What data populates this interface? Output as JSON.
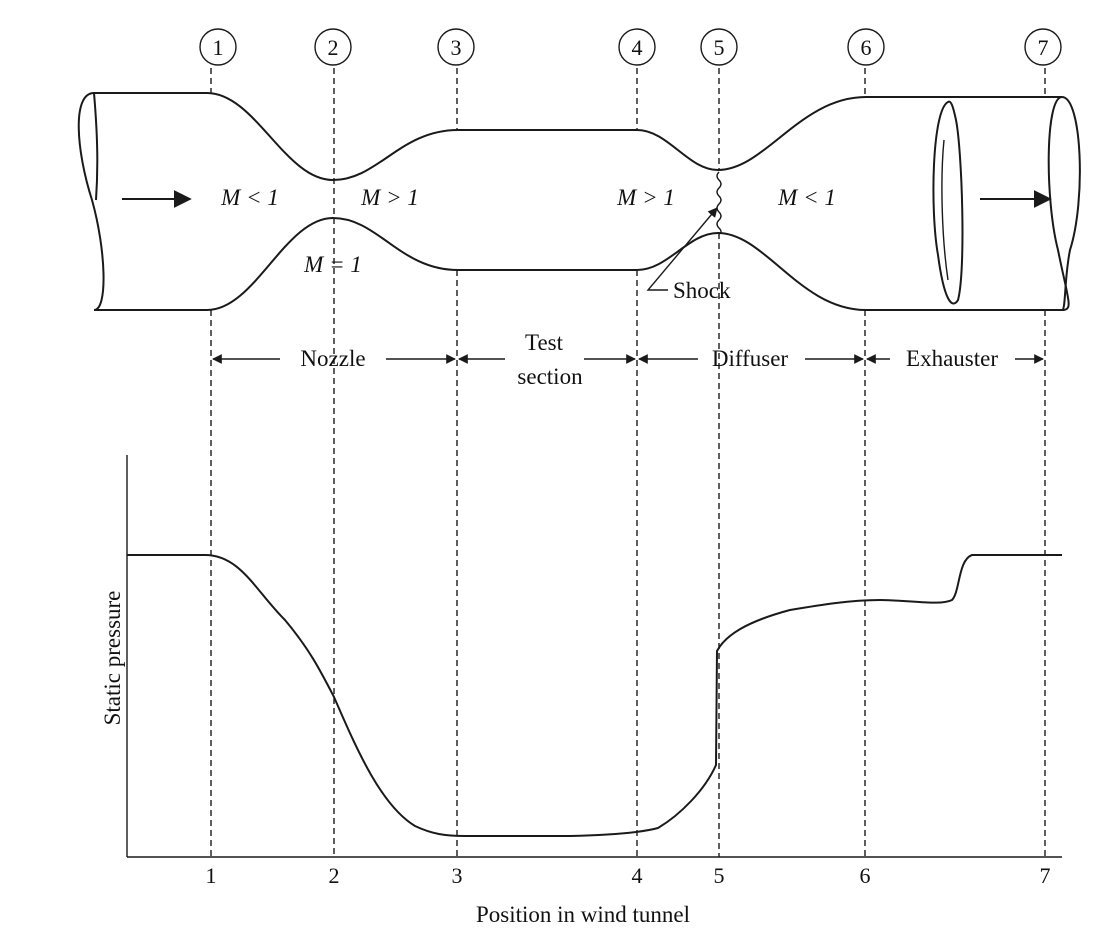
{
  "stations": [
    "1",
    "2",
    "3",
    "4",
    "5",
    "6",
    "7"
  ],
  "mach_labels": {
    "upstream": "M < 1",
    "nozzle_exit": "M > 1",
    "throat": "M = 1",
    "test_end": "M > 1",
    "downstream": "M < 1"
  },
  "shock_label": "Shock",
  "sections": {
    "nozzle": "Nozzle",
    "test_line1": "Test",
    "test_line2": "section",
    "diffuser": "Diffuser",
    "exhauster": "Exhauster"
  },
  "axis": {
    "ylabel": "Static pressure",
    "xlabel": "Position in wind tunnel",
    "ticks": [
      "1",
      "2",
      "3",
      "4",
      "5",
      "6",
      "7"
    ]
  }
}
